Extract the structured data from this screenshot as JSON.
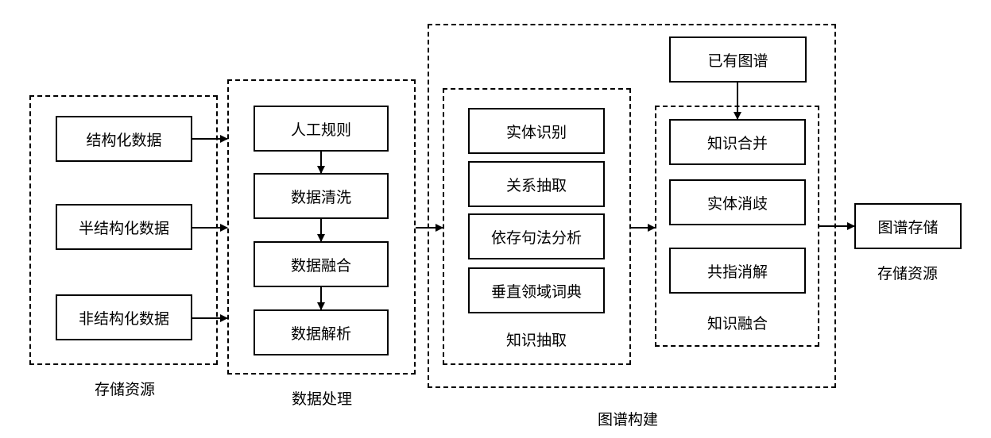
{
  "groups": {
    "storage_source": {
      "label": "存储资源",
      "items": [
        "结构化数据",
        "半结构化数据",
        "非结构化数据"
      ]
    },
    "data_processing": {
      "label": "数据处理",
      "items": [
        "人工规则",
        "数据清洗",
        "数据融合",
        "数据解析"
      ]
    },
    "graph_construction": {
      "label": "图谱构建",
      "existing_graph": "已有图谱",
      "knowledge_extraction": {
        "label": "知识抽取",
        "items": [
          "实体识别",
          "关系抽取",
          "依存句法分析",
          "垂直领域词典"
        ]
      },
      "knowledge_fusion": {
        "label": "知识融合",
        "items": [
          "知识合并",
          "实体消歧",
          "共指消解"
        ]
      }
    },
    "graph_storage": {
      "node": "图谱存储",
      "label": "存储资源"
    }
  },
  "colors": {
    "line": "#000000",
    "background": "#ffffff"
  }
}
